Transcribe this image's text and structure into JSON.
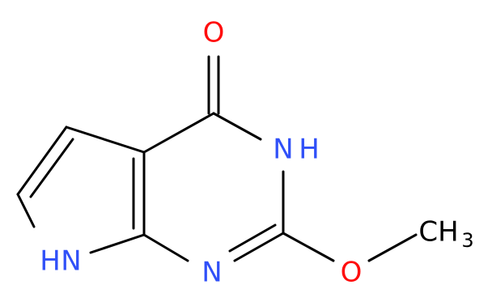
{
  "molecule": {
    "atoms": {
      "o_carbonyl": {
        "label": "O",
        "color": "#ff0d0d"
      },
      "n3": {
        "label": "N",
        "color": "#3050f8"
      },
      "n3_h": {
        "label": "H",
        "color": "#3050f8"
      },
      "n1": {
        "label": "N",
        "color": "#3050f8"
      },
      "n7": {
        "label": "N",
        "color": "#3050f8"
      },
      "n7_h": {
        "label": "H",
        "color": "#3050f8"
      },
      "o_methoxy": {
        "label": "O",
        "color": "#ff0d0d"
      },
      "ch3_c": {
        "label": "CH",
        "color": "#000000"
      },
      "ch3_sub": {
        "label": "3",
        "color": "#000000"
      }
    }
  }
}
